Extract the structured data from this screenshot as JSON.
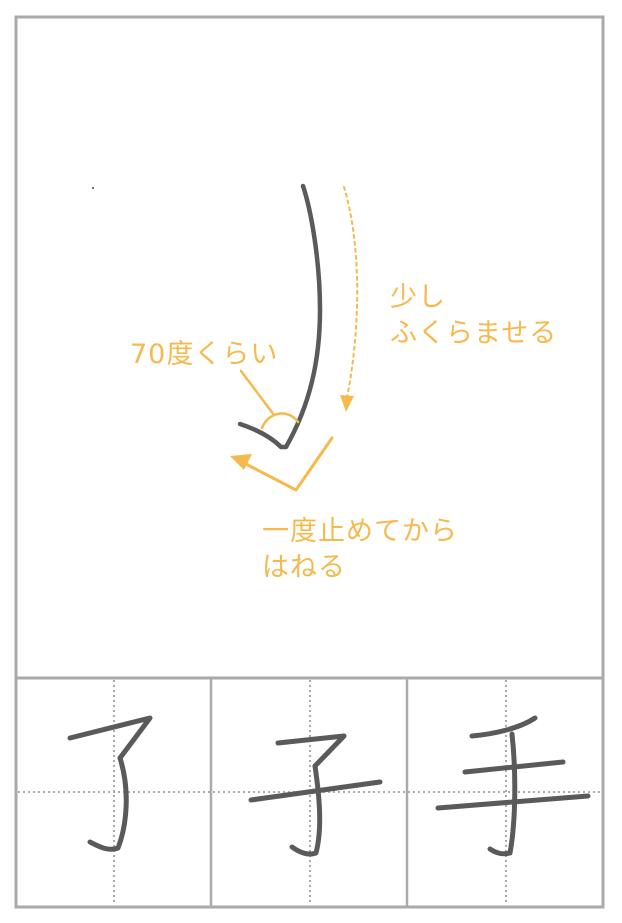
{
  "annotations": {
    "bulge_line1": "少し",
    "bulge_line2": "ふくらませる",
    "angle": "70度くらい",
    "stop_line1": "一度止めてから",
    "stop_line2": "はねる"
  },
  "examples": [
    {
      "kanji": "了"
    },
    {
      "kanji": "子"
    },
    {
      "kanji": "手"
    }
  ],
  "colors": {
    "stroke": "#5a5a5a",
    "accent": "#f6b94e",
    "frame": "#aaaaaa",
    "guide": "#aaaaaa"
  }
}
